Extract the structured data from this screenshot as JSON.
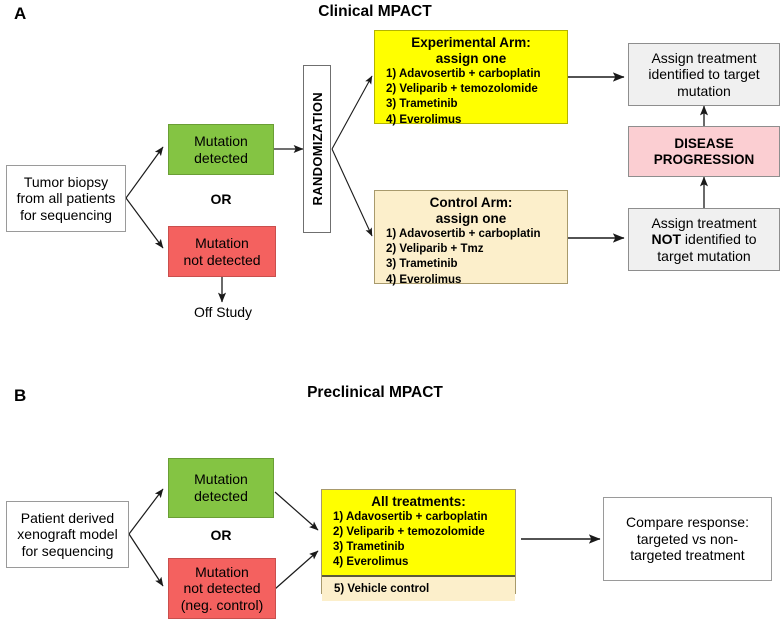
{
  "figure": {
    "panels": [
      {
        "letter": "A",
        "title": "Clinical MPACT",
        "nodes": {
          "source": "Tumor biopsy\nfrom all patients\nfor sequencing",
          "source_lines": [
            "Tumor biopsy",
            "from all patients",
            "for sequencing"
          ],
          "mutation_detected": [
            "Mutation",
            "detected"
          ],
          "or_label": "OR",
          "mutation_not_detected": [
            "Mutation",
            "not detected"
          ],
          "off_study": "Off Study",
          "randomization": "RANDOMIZATION",
          "experimental_arm": {
            "title_lines": [
              "Experimental Arm:",
              "assign one"
            ],
            "treatments": [
              "1) Adavosertib + carboplatin",
              "2) Veliparib + temozolomide",
              "3) Trametinib",
              "4) Everolimus"
            ]
          },
          "control_arm": {
            "title_lines": [
              "Control Arm:",
              "assign one"
            ],
            "treatments": [
              "1) Adavosertib + carboplatin",
              "2) Veliparib + Tmz",
              "3) Trametinib",
              "4) Everolimus"
            ]
          },
          "assign_identified": [
            "Assign treatment",
            "identified to target",
            "mutation"
          ],
          "disease_progression": [
            "DISEASE",
            "PROGRESSION"
          ],
          "assign_not_identified_pre": "Assign treatment",
          "assign_not_identified_bold": "NOT",
          "assign_not_identified_mid": " identified to",
          "assign_not_identified_post": "target mutation"
        }
      },
      {
        "letter": "B",
        "title": "Preclinical MPACT",
        "nodes": {
          "source_lines": [
            "Patient derived",
            "xenograft model",
            "for sequencing"
          ],
          "mutation_detected": [
            "Mutation",
            "detected"
          ],
          "or_label": "OR",
          "mutation_not_detected": [
            "Mutation",
            "not detected",
            "(neg. control)"
          ],
          "all_treatments": {
            "title": "All treatments:",
            "treatments": [
              "1) Adavosertib + carboplatin",
              "2) Veliparib + temozolomide",
              "3) Trametinib",
              "4) Everolimus"
            ],
            "vehicle": "5)  Vehicle control"
          },
          "compare": [
            "Compare response:",
            "targeted vs non-",
            "targeted treatment"
          ]
        }
      }
    ],
    "colors": {
      "mutation_detected": "#84c443",
      "mutation_not_detected": "#f4615f",
      "experimental_arm": "#ffff00",
      "control_arm": "#fcefcb",
      "disease_progression": "#fbced2",
      "assign_box": "#f0f0f0",
      "plain_box": "#ffffff",
      "arrow": "#1a1a1a"
    }
  }
}
